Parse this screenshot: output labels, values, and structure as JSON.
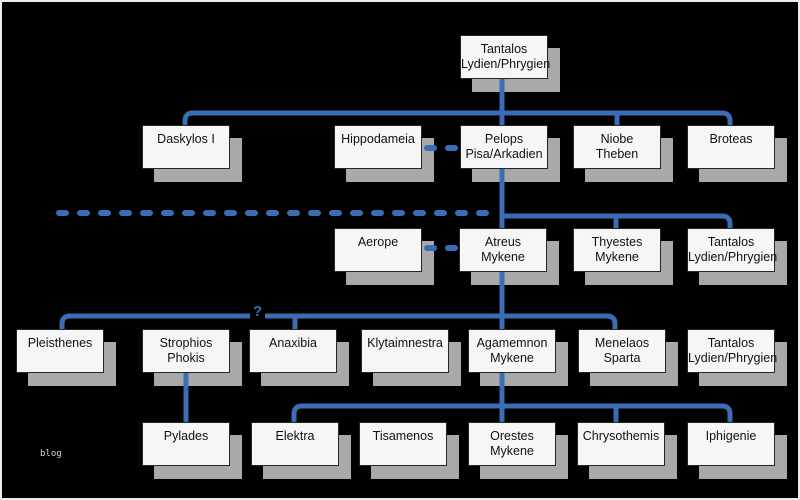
{
  "diagram": {
    "watermark": "blog",
    "uncertainty_marker": "?",
    "colors": {
      "background": "#000000",
      "connector_blue": "#3a6db4",
      "box_fill": "#f6f6f6",
      "box_border": "#262626",
      "box_shadow": "#a9a9a9"
    },
    "nodes": [
      {
        "id": "tantalos1",
        "lines": [
          "Tantalos",
          "Lydien/Phrygien"
        ]
      },
      {
        "id": "daskylos",
        "lines": [
          "Daskylos I"
        ]
      },
      {
        "id": "hippodameia",
        "lines": [
          "Hippodameia"
        ]
      },
      {
        "id": "pelops",
        "lines": [
          "Pelops",
          "Pisa/Arkadien"
        ]
      },
      {
        "id": "niobe",
        "lines": [
          "Niobe",
          "Theben"
        ]
      },
      {
        "id": "broteas",
        "lines": [
          "Broteas"
        ]
      },
      {
        "id": "aerope",
        "lines": [
          "Aerope"
        ]
      },
      {
        "id": "atreus",
        "lines": [
          "Atreus",
          "Mykene"
        ]
      },
      {
        "id": "thyestes",
        "lines": [
          "Thyestes",
          "Mykene"
        ]
      },
      {
        "id": "tantalos2",
        "lines": [
          "Tantalos",
          "Lydien/Phrygien"
        ]
      },
      {
        "id": "pleisthenes",
        "lines": [
          "Pleisthenes"
        ]
      },
      {
        "id": "strophios",
        "lines": [
          "Strophios",
          "Phokis"
        ]
      },
      {
        "id": "anaxibia",
        "lines": [
          "Anaxibia"
        ]
      },
      {
        "id": "klytaimnestra",
        "lines": [
          "Klytaimnestra"
        ]
      },
      {
        "id": "agamemnon",
        "lines": [
          "Agamemnon",
          "Mykene"
        ]
      },
      {
        "id": "menelaos",
        "lines": [
          "Menelaos",
          "Sparta"
        ]
      },
      {
        "id": "tantalos3",
        "lines": [
          "Tantalos",
          "Lydien/Phrygien"
        ]
      },
      {
        "id": "pylades",
        "lines": [
          "Pylades"
        ]
      },
      {
        "id": "elektra",
        "lines": [
          "Elektra"
        ]
      },
      {
        "id": "tisamenos",
        "lines": [
          "Tisamenos"
        ]
      },
      {
        "id": "orestes",
        "lines": [
          "Orestes",
          "Mykene"
        ]
      },
      {
        "id": "chrysothemis",
        "lines": [
          "Chrysothemis"
        ]
      },
      {
        "id": "iphigenie",
        "lines": [
          "Iphigenie"
        ]
      }
    ],
    "marriages": [
      [
        "hippodameia",
        "pelops"
      ],
      [
        "aerope",
        "atreus"
      ]
    ],
    "descents": [
      {
        "parent": "tantalos1",
        "children": [
          "daskylos",
          "pelops",
          "niobe",
          "broteas"
        ]
      },
      {
        "parent": "pelops",
        "children": [
          "atreus",
          "thyestes",
          "tantalos2"
        ]
      },
      {
        "parent": "atreus",
        "children": [
          "pleisthenes",
          "anaxibia",
          "agamemnon",
          "menelaos"
        ],
        "note": "pleisthenes link marked with ?"
      },
      {
        "parent": "strophios",
        "children": [
          "pylades"
        ]
      },
      {
        "parent": "agamemnon",
        "children": [
          "elektra",
          "orestes",
          "chrysothemis",
          "iphigenie"
        ]
      }
    ]
  }
}
